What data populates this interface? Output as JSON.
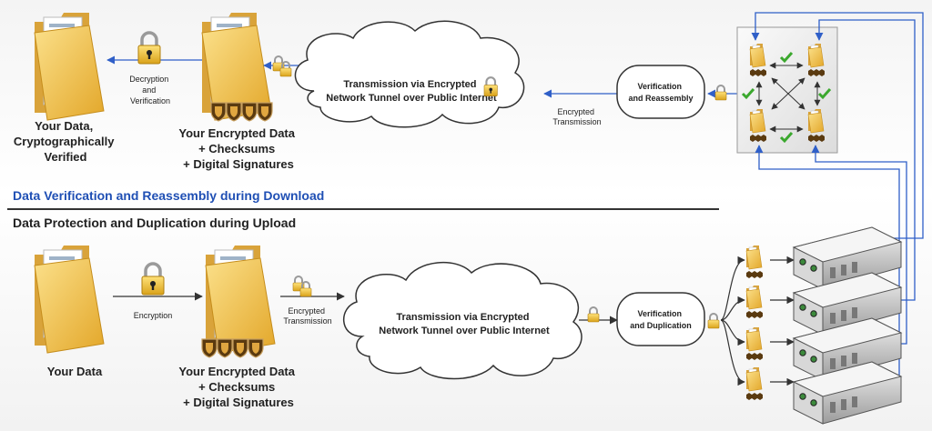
{
  "download": {
    "section_title": "Data Verification and Reassembly during Download",
    "final_label": [
      "Your Data,",
      "Cryptographically",
      "Verified"
    ],
    "decrypt_label": [
      "Decryption",
      "and",
      "Verification"
    ],
    "encrypted_label": [
      "Your Encrypted Data",
      "+ Checksums",
      "+ Digital Signatures"
    ],
    "cloud_label": [
      "Transmission via Encrypted",
      "Network Tunnel over Public Internet"
    ],
    "transmit_label": [
      "Encrypted",
      "Transmission"
    ],
    "process_label": [
      "Verification",
      "and Reassembly"
    ]
  },
  "upload": {
    "section_title": "Data Protection and Duplication during Upload",
    "source_label": "Your Data",
    "encrypt_label": "Encryption",
    "encrypted_label": [
      "Your Encrypted Data",
      "+ Checksums",
      "+ Digital Signatures"
    ],
    "transmit_label": [
      "Encrypted",
      "Transmission"
    ],
    "cloud_label": [
      "Transmission via Encrypted",
      "Network Tunnel over Public Internet"
    ],
    "process_label": [
      "Verification",
      "and Duplication"
    ]
  },
  "colors": {
    "download_title": "#1f4fb4",
    "upload_title": "#111111",
    "blue_arrow": "#2f5fc8",
    "dark_arrow": "#333333",
    "folder": "#f2c744",
    "shield": "#5a3a10",
    "check": "#3ba82e"
  }
}
